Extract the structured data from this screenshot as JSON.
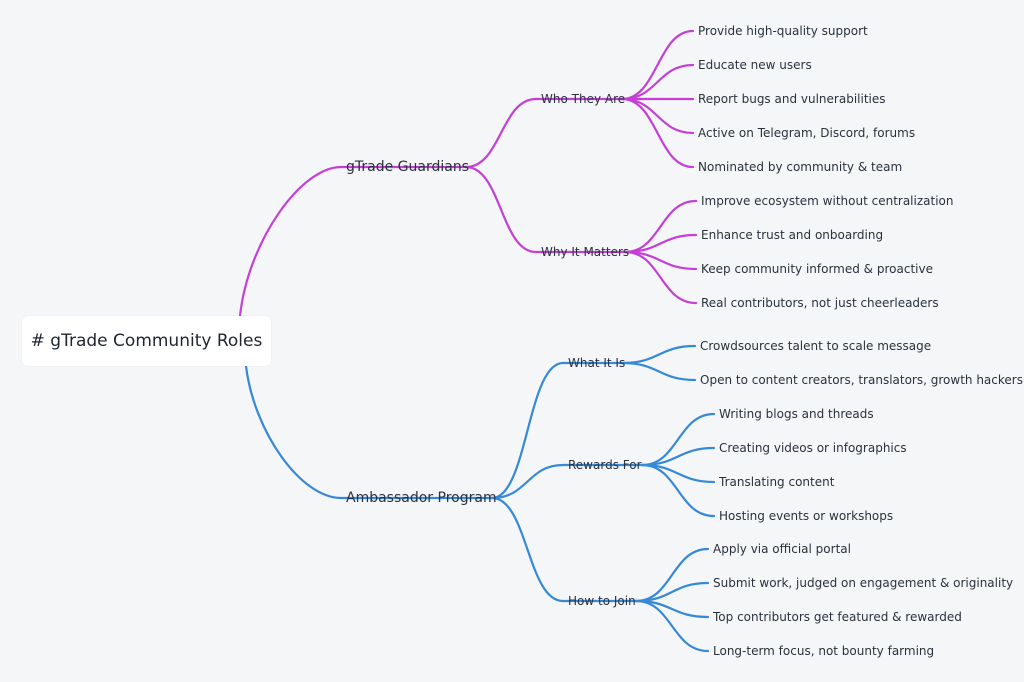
{
  "root": {
    "title": "# gTrade Community Roles"
  },
  "colors": {
    "guardians": "#c43fd6",
    "ambassador": "#3689d6"
  },
  "branches": [
    {
      "label": "gTrade Guardians",
      "color": "#c43fd6",
      "children": [
        {
          "label": "Who They Are",
          "items": [
            "Provide high-quality support",
            "Educate new users",
            "Report bugs and vulnerabilities",
            "Active on Telegram, Discord, forums",
            "Nominated by community & team"
          ]
        },
        {
          "label": "Why It Matters",
          "items": [
            "Improve ecosystem without centralization",
            "Enhance trust and onboarding",
            "Keep community informed & proactive",
            "Real contributors, not just cheerleaders"
          ]
        }
      ]
    },
    {
      "label": "Ambassador Program",
      "color": "#3689d6",
      "children": [
        {
          "label": "What It Is",
          "items": [
            "Crowdsources talent to scale message",
            "Open to content creators, translators, growth hackers"
          ]
        },
        {
          "label": "Rewards For",
          "items": [
            "Writing blogs and threads",
            "Creating videos or infographics",
            "Translating content",
            "Hosting events or workshops"
          ]
        },
        {
          "label": "How to Join",
          "items": [
            "Apply via official portal",
            "Submit work, judged on engagement & originality",
            "Top contributors get featured & rewarded",
            "Long-term focus, not bounty farming"
          ]
        }
      ]
    }
  ]
}
